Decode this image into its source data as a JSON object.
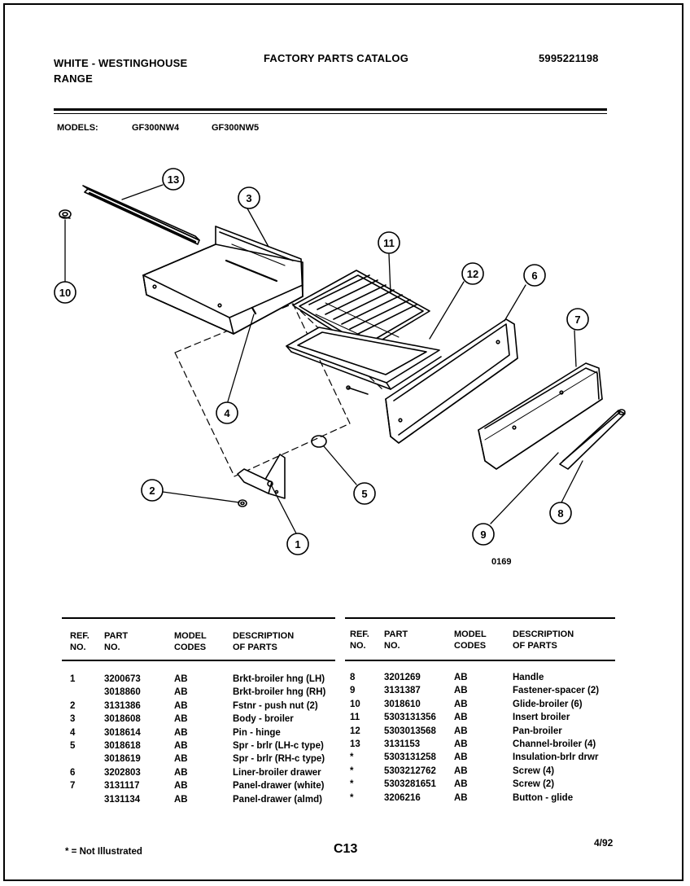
{
  "header": {
    "brand_line1": "WHITE - WESTINGHOUSE",
    "brand_line2": "RANGE",
    "catalog_title": "FACTORY PARTS CATALOG",
    "catalog_number": "5995221198"
  },
  "models": {
    "label": "MODELS:",
    "model_1": "GF300NW4",
    "model_2": "GF300NW5"
  },
  "diagram": {
    "figure_number": "0169",
    "callouts": [
      "1",
      "2",
      "3",
      "4",
      "5",
      "6",
      "7",
      "8",
      "9",
      "10",
      "11",
      "12",
      "13"
    ]
  },
  "table": {
    "headers": {
      "ref_1": "REF.",
      "ref_2": "NO.",
      "part_1": "PART",
      "part_2": "NO.",
      "code_1": "MODEL",
      "code_2": "CODES",
      "desc_1": "DESCRIPTION",
      "desc_2": "OF PARTS"
    },
    "left_rows": [
      {
        "ref": "1",
        "part": "3200673",
        "code": "AB",
        "desc": "Brkt-broiler hng (LH)"
      },
      {
        "ref": "",
        "part": "3018860",
        "code": "AB",
        "desc": "Brkt-broiler hng (RH)"
      },
      {
        "ref": "2",
        "part": "3131386",
        "code": "AB",
        "desc": "Fstnr - push nut (2)"
      },
      {
        "ref": "3",
        "part": "3018608",
        "code": "AB",
        "desc": "Body - broiler"
      },
      {
        "ref": "4",
        "part": "3018614",
        "code": "AB",
        "desc": "Pin - hinge"
      },
      {
        "ref": "5",
        "part": "3018618",
        "code": "AB",
        "desc": "Spr - brlr (LH-c type)"
      },
      {
        "ref": "",
        "part": "3018619",
        "code": "AB",
        "desc": "Spr - brlr (RH-c type)"
      },
      {
        "ref": "6",
        "part": "3202803",
        "code": "AB",
        "desc": "Liner-broiler drawer"
      },
      {
        "ref": "7",
        "part": "3131117",
        "code": "AB",
        "desc": "Panel-drawer (white)"
      },
      {
        "ref": "",
        "part": "3131134",
        "code": "AB",
        "desc": "Panel-drawer (almd)"
      }
    ],
    "right_rows": [
      {
        "ref": "8",
        "part": "3201269",
        "code": "AB",
        "desc": "Handle"
      },
      {
        "ref": "9",
        "part": "3131387",
        "code": "AB",
        "desc": "Fastener-spacer (2)"
      },
      {
        "ref": "10",
        "part": "3018610",
        "code": "AB",
        "desc": "Glide-broiler (6)"
      },
      {
        "ref": "11",
        "part": "5303131356",
        "code": "AB",
        "desc": "Insert broiler"
      },
      {
        "ref": "12",
        "part": "5303013568",
        "code": "AB",
        "desc": "Pan-broiler"
      },
      {
        "ref": "13",
        "part": "3131153",
        "code": "AB",
        "desc": "Channel-broiler (4)"
      },
      {
        "ref": "*",
        "part": "5303131258",
        "code": "AB",
        "desc": "Insulation-brlr drwr"
      },
      {
        "ref": "*",
        "part": "5303212762",
        "code": "AB",
        "desc": "Screw (4)"
      },
      {
        "ref": "*",
        "part": "5303281651",
        "code": "AB",
        "desc": "Screw (2)"
      },
      {
        "ref": "*",
        "part": "3206216",
        "code": "AB",
        "desc": "Button - glide"
      }
    ]
  },
  "footer": {
    "legend": "* = Not Illustrated",
    "page": "C13",
    "date": "4/92"
  }
}
